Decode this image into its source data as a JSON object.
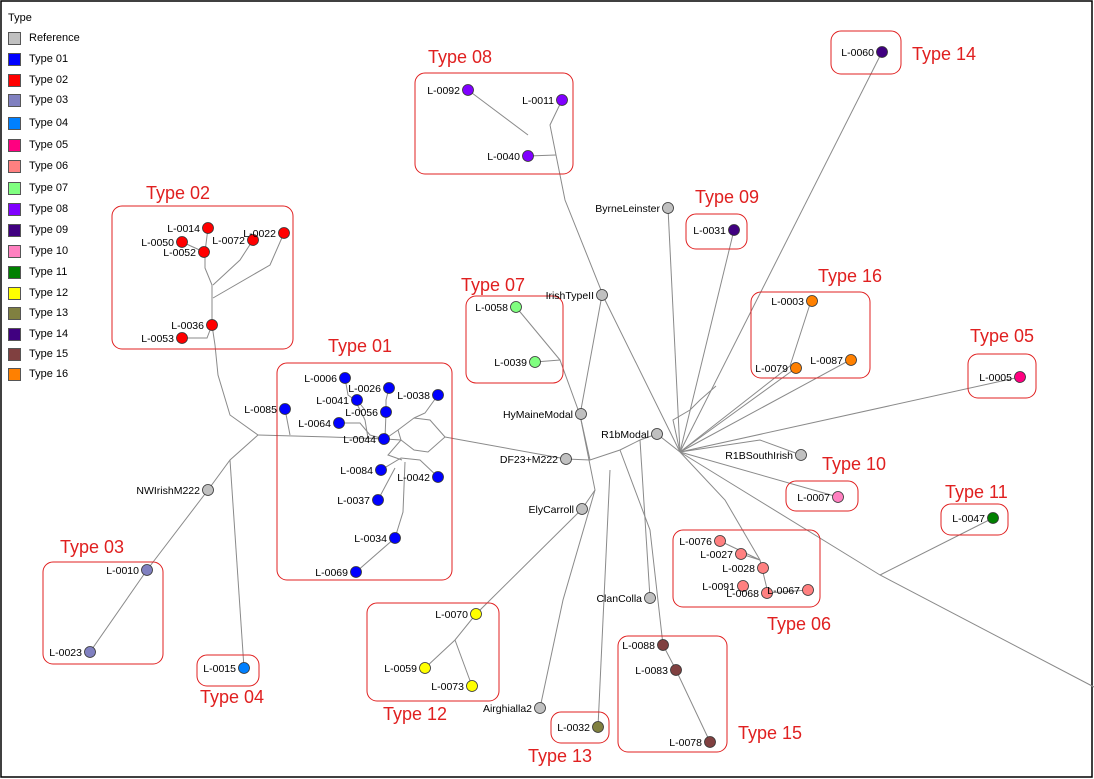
{
  "legend": {
    "title": "Type",
    "items": [
      {
        "label": "Reference",
        "color": "#c0c0c0"
      },
      {
        "label": "Type 01",
        "color": "#0000ff"
      },
      {
        "label": "Type 02",
        "color": "#ff0000"
      },
      {
        "label": "Type 03",
        "color": "#8080c0"
      },
      {
        "label": "Type 04",
        "color": "#0080ff"
      },
      {
        "label": "Type 05",
        "color": "#ff0080"
      },
      {
        "label": "Type 06",
        "color": "#ff8080"
      },
      {
        "label": "Type 07",
        "color": "#80ff80"
      },
      {
        "label": "Type 08",
        "color": "#8000ff"
      },
      {
        "label": "Type 09",
        "color": "#400080"
      },
      {
        "label": "Type 10",
        "color": "#ff80c0"
      },
      {
        "label": "Type 11",
        "color": "#008000"
      },
      {
        "label": "Type 12",
        "color": "#ffff00"
      },
      {
        "label": "Type 13",
        "color": "#808040"
      },
      {
        "label": "Type 14",
        "color": "#400080"
      },
      {
        "label": "Type 15",
        "color": "#804040"
      },
      {
        "label": "Type 16",
        "color": "#ff8000"
      }
    ]
  },
  "groups": [
    {
      "label": "Type 01"
    },
    {
      "label": "Type 02"
    },
    {
      "label": "Type 03"
    },
    {
      "label": "Type 04"
    },
    {
      "label": "Type 05"
    },
    {
      "label": "Type 06"
    },
    {
      "label": "Type 07"
    },
    {
      "label": "Type 08"
    },
    {
      "label": "Type 09"
    },
    {
      "label": "Type 10"
    },
    {
      "label": "Type 11"
    },
    {
      "label": "Type 12"
    },
    {
      "label": "Type 13"
    },
    {
      "label": "Type 14"
    },
    {
      "label": "Type 15"
    },
    {
      "label": "Type 16"
    }
  ],
  "nodes": [
    {
      "label": "L-0006",
      "type": "Type 01"
    },
    {
      "label": "L-0026",
      "type": "Type 01"
    },
    {
      "label": "L-0041",
      "type": "Type 01"
    },
    {
      "label": "L-0038",
      "type": "Type 01"
    },
    {
      "label": "L-0056",
      "type": "Type 01"
    },
    {
      "label": "L-0064",
      "type": "Type 01"
    },
    {
      "label": "L-0044",
      "type": "Type 01"
    },
    {
      "label": "L-0084",
      "type": "Type 01"
    },
    {
      "label": "L-0042",
      "type": "Type 01"
    },
    {
      "label": "L-0037",
      "type": "Type 01"
    },
    {
      "label": "L-0034",
      "type": "Type 01"
    },
    {
      "label": "L-0069",
      "type": "Type 01"
    },
    {
      "label": "L-0085",
      "type": "Type 01"
    },
    {
      "label": "L-0014",
      "type": "Type 02"
    },
    {
      "label": "L-0050",
      "type": "Type 02"
    },
    {
      "label": "L-0072",
      "type": "Type 02"
    },
    {
      "label": "L-0022",
      "type": "Type 02"
    },
    {
      "label": "L-0052",
      "type": "Type 02"
    },
    {
      "label": "L-0036",
      "type": "Type 02"
    },
    {
      "label": "L-0053",
      "type": "Type 02"
    },
    {
      "label": "L-0010",
      "type": "Type 03"
    },
    {
      "label": "L-0023",
      "type": "Type 03"
    },
    {
      "label": "L-0015",
      "type": "Type 04"
    },
    {
      "label": "L-0005",
      "type": "Type 05"
    },
    {
      "label": "L-0076",
      "type": "Type 06"
    },
    {
      "label": "L-0027",
      "type": "Type 06"
    },
    {
      "label": "L-0028",
      "type": "Type 06"
    },
    {
      "label": "L-0091",
      "type": "Type 06"
    },
    {
      "label": "L-0068",
      "type": "Type 06"
    },
    {
      "label": "L-0067",
      "type": "Type 06"
    },
    {
      "label": "L-0058",
      "type": "Type 07"
    },
    {
      "label": "L-0039",
      "type": "Type 07"
    },
    {
      "label": "L-0092",
      "type": "Type 08"
    },
    {
      "label": "L-0011",
      "type": "Type 08"
    },
    {
      "label": "L-0040",
      "type": "Type 08"
    },
    {
      "label": "L-0031",
      "type": "Type 09"
    },
    {
      "label": "L-0007",
      "type": "Type 10"
    },
    {
      "label": "L-0047",
      "type": "Type 11"
    },
    {
      "label": "L-0070",
      "type": "Type 12"
    },
    {
      "label": "L-0059",
      "type": "Type 12"
    },
    {
      "label": "L-0073",
      "type": "Type 12"
    },
    {
      "label": "L-0032",
      "type": "Type 13"
    },
    {
      "label": "L-0060",
      "type": "Type 14"
    },
    {
      "label": "L-0088",
      "type": "Type 15"
    },
    {
      "label": "L-0083",
      "type": "Type 15"
    },
    {
      "label": "L-0078",
      "type": "Type 15"
    },
    {
      "label": "L-0003",
      "type": "Type 16"
    },
    {
      "label": "L-0079",
      "type": "Type 16"
    },
    {
      "label": "L-0087",
      "type": "Type 16"
    },
    {
      "label": "ByrneLeinster",
      "type": "Reference"
    },
    {
      "label": "IrishTypeII",
      "type": "Reference"
    },
    {
      "label": "HyMaineModal",
      "type": "Reference"
    },
    {
      "label": "R1bModal",
      "type": "Reference"
    },
    {
      "label": "DF23+M222",
      "type": "Reference"
    },
    {
      "label": "R1BSouthIrish",
      "type": "Reference"
    },
    {
      "label": "NWIrishM222",
      "type": "Reference"
    },
    {
      "label": "ElyCarroll",
      "type": "Reference"
    },
    {
      "label": "ClanColla",
      "type": "Reference"
    },
    {
      "label": "Airghialla2",
      "type": "Reference"
    }
  ],
  "colors": {
    "frame": "#000000",
    "edge": "#808080",
    "group_box": "#e02020",
    "group_label": "#e02020"
  }
}
